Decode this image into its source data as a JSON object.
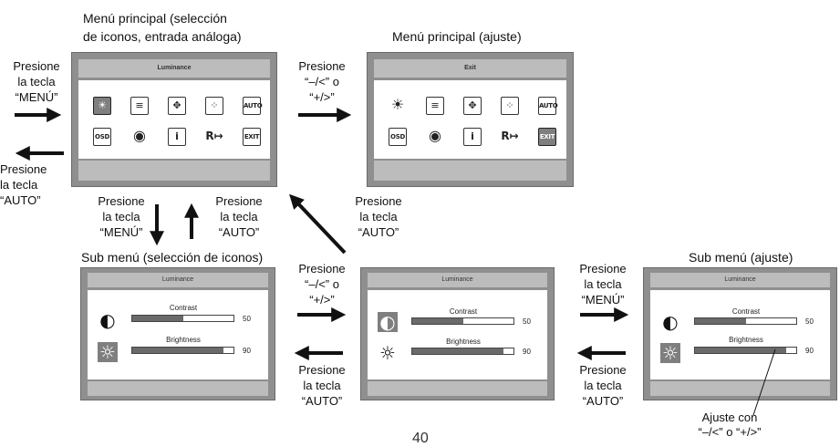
{
  "titles": {
    "main_select_line1": "Menú principal (selección",
    "main_select_line2": "de iconos, entrada análoga)",
    "main_adjust": "Menú principal (ajuste)",
    "sub_select": "Sub menú (selección de iconos)",
    "sub_adjust": "Sub menú (ajuste)"
  },
  "captions": {
    "press_menu_left": [
      "Presione",
      "la tecla",
      "“MENÚ”"
    ],
    "press_auto_left": [
      "Presione",
      "la tecla",
      "“AUTO”"
    ],
    "press_minus_plus_top": [
      "Presione",
      "“–/<” o",
      "“+/>”"
    ],
    "press_menu_down": [
      "Presione",
      "la tecla",
      "“MENÚ”"
    ],
    "press_auto_up": [
      "Presione",
      "la tecla",
      "“AUTO”"
    ],
    "press_auto_diag": [
      "Presione",
      "la tecla",
      "“AUTO”"
    ],
    "press_minus_plus_mid": [
      "Presione",
      "“–/<” o",
      "“+/>”"
    ],
    "press_auto_bottom_mid": [
      "Presione",
      "la tecla",
      "“AUTO”"
    ],
    "press_menu_right": [
      "Presione",
      "la tecla",
      "“MENÚ”"
    ],
    "press_auto_bottom_right": [
      "Presione",
      "la tecla",
      "“AUTO”"
    ],
    "adjust_with": [
      "Ajuste con",
      "“–/<” o “+/>”"
    ]
  },
  "screens": {
    "main1_header": "Luminance",
    "main2_header": "Exit",
    "sub_header": "Luminance"
  },
  "icons": [
    {
      "name": "sun-icon",
      "glyph": "☀"
    },
    {
      "name": "list-icon",
      "glyph": "≡"
    },
    {
      "name": "position-icon",
      "glyph": "✥"
    },
    {
      "name": "color-dots-icon",
      "glyph": "⁘"
    },
    {
      "name": "auto-icon",
      "glyph": "AUTO"
    },
    {
      "name": "osd-icon",
      "glyph": "OSD"
    },
    {
      "name": "globe-icon",
      "glyph": "◉"
    },
    {
      "name": "info-icon",
      "glyph": "i"
    },
    {
      "name": "reset-icon",
      "glyph": "R↦"
    },
    {
      "name": "exit-icon",
      "glyph": "EXIT"
    }
  ],
  "sub_rows": {
    "contrast_label": "Contrast",
    "contrast_value": "50",
    "contrast_fill": 0.5,
    "brightness_label": "Brightness",
    "brightness_value": "90",
    "brightness_fill": 0.9,
    "contrast_icon": "◐",
    "brightness_icon": "☼"
  },
  "page_number": "40"
}
